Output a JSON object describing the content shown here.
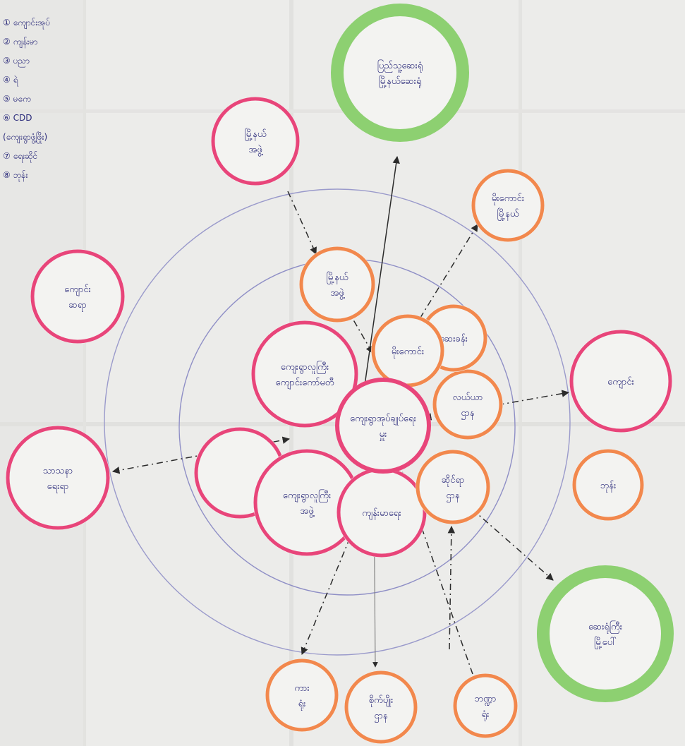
{
  "colors": {
    "paper": "#ececea",
    "ink": "#2a2a7a",
    "pencil_ring": "#8f8fc6",
    "arrow": "#2b2b2b",
    "pink": "#e8457a",
    "orange": "#f2884d",
    "green": "#7ac95a"
  },
  "legend": [
    {
      "text": "① ကျောင်းအုပ်"
    },
    {
      "text": "② ကျန်းမာ"
    },
    {
      "text": "③ ပညာ"
    },
    {
      "text": "④ ရဲ"
    },
    {
      "text": "⑤ မကေ"
    },
    {
      "text": "⑥ CDD"
    },
    {
      "text": "(ကျေးရွာဖွံ့ဖြိုး)"
    },
    {
      "text": "⑦ ရေးဆိုင်"
    },
    {
      "text": "⑧ ဘုန်း"
    }
  ],
  "nodes": {
    "center": {
      "lines": [
        "ကျေးရွာအုပ်ချုပ်ရေး",
        "မှူး"
      ],
      "color": "pink",
      "kind": "center"
    },
    "top_green": {
      "lines": [
        "ပြည်သူ့ဆေးရုံ",
        "မြို့နယ်ဆေးရုံ"
      ],
      "color": "green",
      "kind": "green"
    },
    "top_left_pink": {
      "lines": [
        "မြို့နယ်",
        "အဖွဲ့"
      ],
      "color": "pink",
      "kind": "ring"
    },
    "left_pink": {
      "lines": [
        "ကျောင်း",
        "ဆရာ"
      ],
      "color": "pink",
      "kind": "ring"
    },
    "top_right_orange": {
      "lines": [
        "မိုးကောင်း",
        "မြို့နယ်"
      ],
      "color": "orange",
      "kind": "ring"
    },
    "inner_top_orange": {
      "lines": [
        "မြို့နယ်",
        "အဖွဲ့"
      ],
      "color": "orange",
      "kind": "ring"
    },
    "inner_left_pink": {
      "lines": [
        "ကျေးရွာလူကြီး",
        "ကျောင်းကော်မတီ"
      ],
      "color": "pink",
      "kind": "ring"
    },
    "inner_mid_orange": {
      "lines": [
        "မိုးကောင်း"
      ],
      "color": "orange",
      "kind": "ring"
    },
    "inner_right_orange": {
      "lines": [
        "ဆေးခန်း"
      ],
      "color": "orange",
      "kind": "ring"
    },
    "inner_right2_orange": {
      "lines": [
        "လယ်ယာ",
        "ဌာန"
      ],
      "color": "orange",
      "kind": "ring"
    },
    "right_pink": {
      "lines": [
        "ကျောင်း"
      ],
      "color": "pink",
      "kind": "ring"
    },
    "right_orange": {
      "lines": [
        "ဘုန်း"
      ],
      "color": "orange",
      "kind": "ring"
    },
    "left_bottom_pink": {
      "lines": [
        "သာသနာ",
        "ရေးရာ"
      ],
      "color": "pink",
      "kind": "ring"
    },
    "inner_low_left_pink": {
      "lines": [
        ""
      ],
      "color": "pink",
      "kind": "ring"
    },
    "inner_low_mid_pink": {
      "lines": [
        "ကျေးရွာလူကြီး",
        "အဖွဲ့"
      ],
      "color": "pink",
      "kind": "ring"
    },
    "inner_low_right_pink": {
      "lines": [
        "ကျန်းမာရေး"
      ],
      "color": "pink",
      "kind": "ring"
    },
    "inner_low_right_orange": {
      "lines": [
        "ဆိုင်ရာ",
        "ဌာန"
      ],
      "color": "orange",
      "kind": "ring"
    },
    "bottom_right_green": {
      "lines": [
        "ဆေးရုံကြီး",
        "မြို့ပေါ်"
      ],
      "color": "green",
      "kind": "green"
    },
    "bottom_left_orange": {
      "lines": [
        "ကား",
        "ရုံး"
      ],
      "color": "orange",
      "kind": "ring"
    },
    "bottom_mid_orange": {
      "lines": [
        "စိုက်ပျိုး",
        "ဌာန"
      ],
      "color": "orange",
      "kind": "ring"
    },
    "bottom_right_orange": {
      "lines": [
        "ဘဏ္ဍာ",
        "ရုံး"
      ],
      "color": "orange",
      "kind": "ring"
    }
  }
}
